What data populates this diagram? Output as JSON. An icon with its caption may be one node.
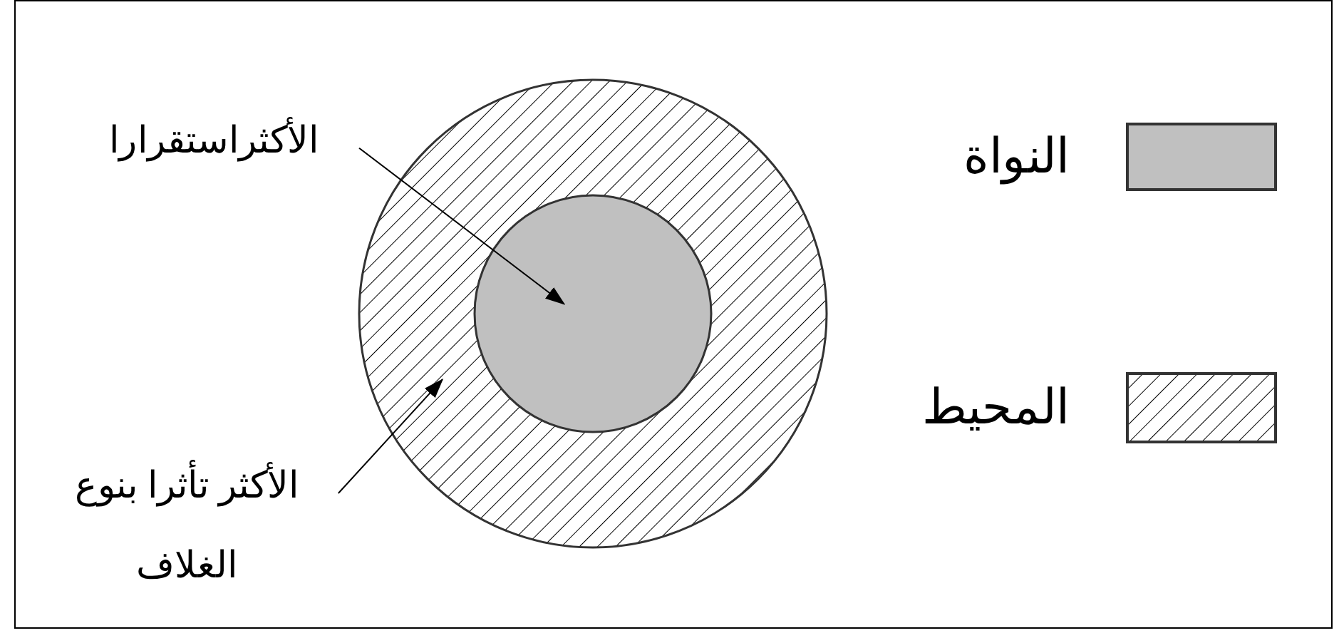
{
  "diagram": {
    "nodes": [
      {
        "text": [],
        "shape": "circle"
      },
      {
        "text": [],
        "shape": "circle",
        "in": 0
      },
      {
        "text": [
          "الأكثراستقرارا"
        ]
      },
      {
        "text": [
          "الأكثر تأثرا بنوع الغلاف"
        ]
      }
    ],
    "edges": [
      {
        "from": 2,
        "to": 1,
        "arrow": "to"
      },
      {
        "from": 3,
        "to": 0,
        "arrow": "to"
      }
    ],
    "legend": [
      {
        "text": "النواة",
        "color": "#c0c0c0"
      },
      {
        "text": "المحيط"
      }
    ]
  }
}
